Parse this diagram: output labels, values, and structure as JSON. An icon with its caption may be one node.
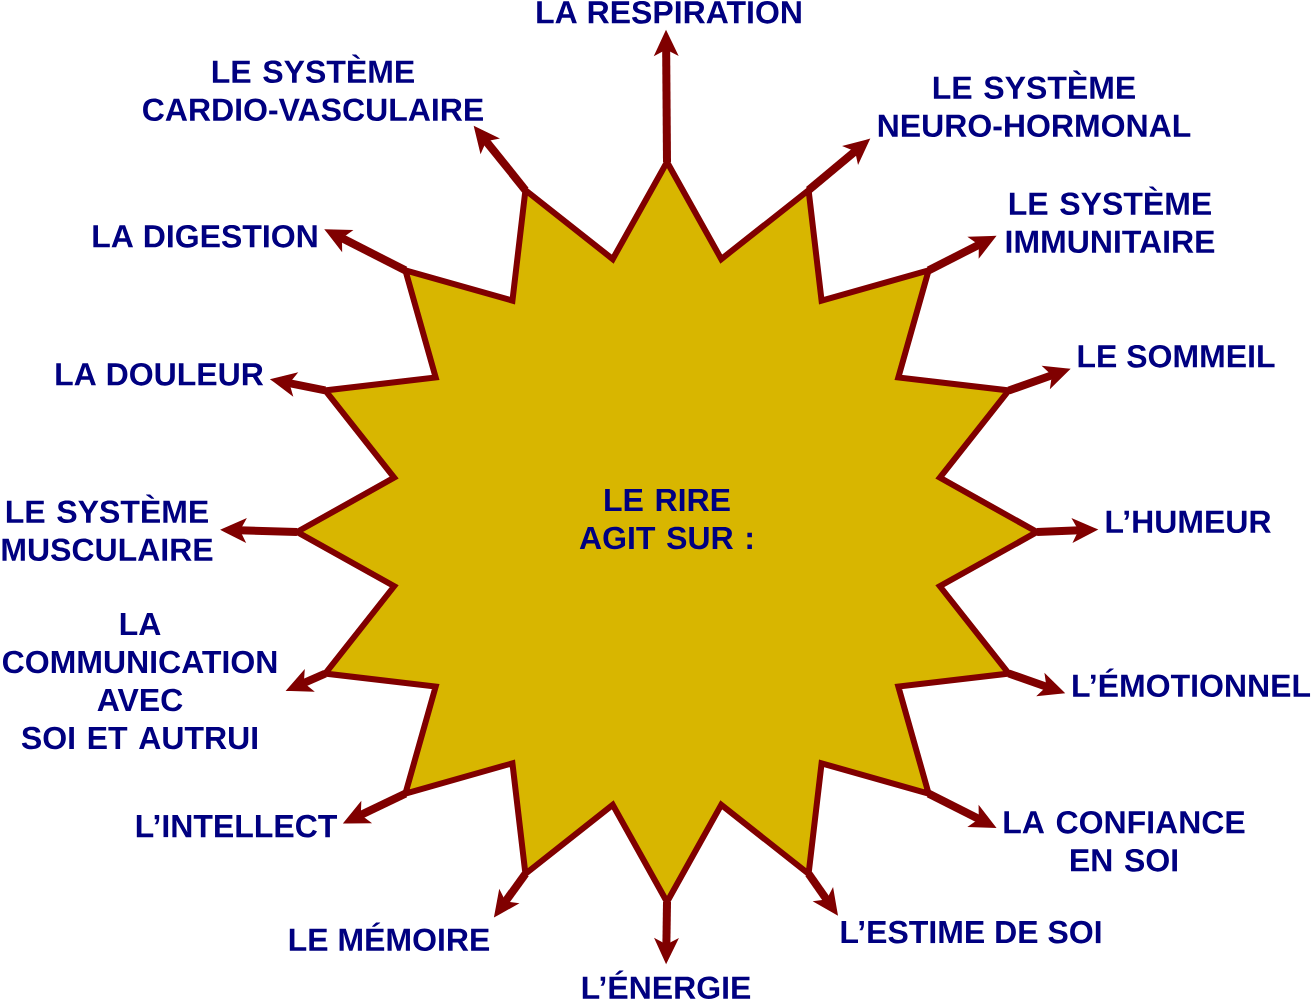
{
  "diagram": {
    "nodes": [
      {
        "text": [
          "LE RIRE AGIT SUR :"
        ]
      },
      {
        "text": [
          "LA RESPIRATION"
        ]
      },
      {
        "text": [
          "LE SYSTÈME NEURO-HORMONAL"
        ]
      },
      {
        "text": [
          "LE SYSTÈME IMMUNITAIRE"
        ]
      },
      {
        "text": [
          "LE SOMMEIL"
        ]
      },
      {
        "text": [
          "L’HUMEUR"
        ]
      },
      {
        "text": [
          "L’ÉMOTIONNEL"
        ]
      },
      {
        "text": [
          "LA CONFIANCE EN SOI"
        ]
      },
      {
        "text": [
          "L’ESTIME DE SOI"
        ]
      },
      {
        "text": [
          "L’ÉNERGIE"
        ]
      },
      {
        "text": [
          "LE MÉMOIRE"
        ]
      },
      {
        "text": [
          "L’INTELLECT"
        ]
      },
      {
        "text": [
          "LA COMMUNICATION AVEC SOI ET AUTRUI"
        ]
      },
      {
        "text": [
          "LE SYSTÈME MUSCULAIRE"
        ]
      },
      {
        "text": [
          "LA DOULEUR"
        ]
      },
      {
        "text": [
          "LA DIGESTION"
        ]
      },
      {
        "text": [
          "LE SYSTÈME CARDIO-VASCULAIRE"
        ]
      }
    ],
    "edges": [
      {
        "from": 0,
        "to": 1,
        "arrow": "to"
      },
      {
        "from": 0,
        "to": 2,
        "arrow": "to"
      },
      {
        "from": 0,
        "to": 3,
        "arrow": "to"
      },
      {
        "from": 0,
        "to": 4,
        "arrow": "to"
      },
      {
        "from": 0,
        "to": 5,
        "arrow": "to"
      },
      {
        "from": 0,
        "to": 6,
        "arrow": "to"
      },
      {
        "from": 0,
        "to": 7,
        "arrow": "to"
      },
      {
        "from": 0,
        "to": 8,
        "arrow": "to"
      },
      {
        "from": 0,
        "to": 9,
        "arrow": "to"
      },
      {
        "from": 0,
        "to": 10,
        "arrow": "to"
      },
      {
        "from": 0,
        "to": 11,
        "arrow": "to"
      },
      {
        "from": 0,
        "to": 12,
        "arrow": "to"
      },
      {
        "from": 0,
        "to": 13,
        "arrow": "to"
      },
      {
        "from": 0,
        "to": 14,
        "arrow": "to"
      },
      {
        "from": 0,
        "to": 15,
        "arrow": "to"
      },
      {
        "from": 0,
        "to": 16,
        "arrow": "to"
      }
    ]
  }
}
